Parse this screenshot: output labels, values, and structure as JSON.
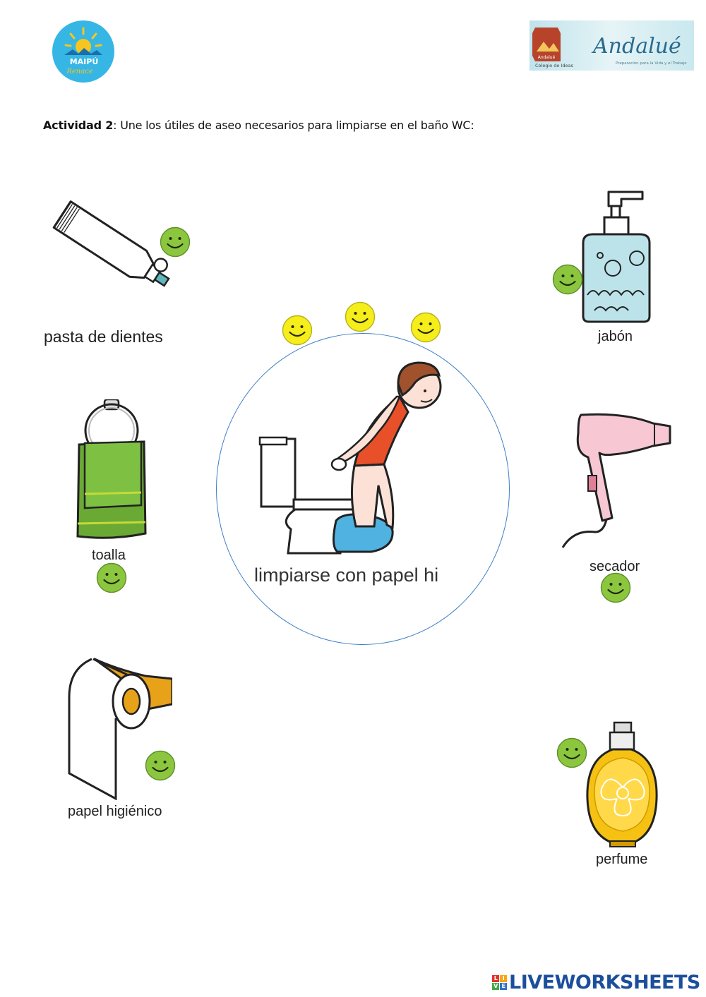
{
  "instruction": {
    "label_bold": "Actividad 2",
    "text": ": Une los útiles de aseo necesarios para limpiarse en el baño WC:"
  },
  "logos": {
    "left_brand": "MAIPÚ",
    "left_sub": "Renace",
    "right_brand": "Andalué",
    "right_sub": "Preparación para la Vida y el Trabajo",
    "right_school": "Colegio de Ideas"
  },
  "center": {
    "label": "limpiarse con papel hi"
  },
  "items": [
    {
      "id": "pasta",
      "label": "pasta de dientes"
    },
    {
      "id": "jabon",
      "label": "jabón"
    },
    {
      "id": "toalla",
      "label": "toalla"
    },
    {
      "id": "secador",
      "label": "secador"
    },
    {
      "id": "papel",
      "label": "papel higiénico"
    },
    {
      "id": "perfume",
      "label": "perfume"
    }
  ],
  "colors": {
    "smiley_green": "#8cc63f",
    "smiley_yellow": "#f5ee1a",
    "circle_border": "#3d7fc4",
    "brand_blue": "#1b4f9c"
  },
  "footer": {
    "brand": "LIVEWORKSHEETS"
  }
}
